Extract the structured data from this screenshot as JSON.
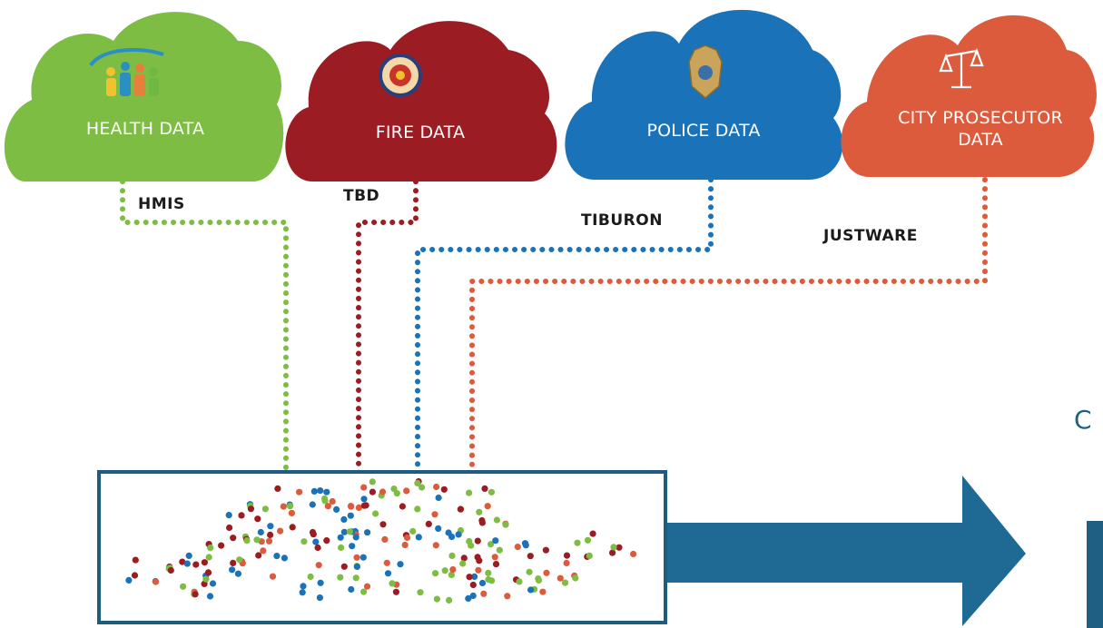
{
  "colors": {
    "health": "#7dbd43",
    "fire": "#9b1c22",
    "police": "#1a72b9",
    "prosecutor": "#dc5b3d",
    "box": "#1d5b80"
  },
  "clouds": [
    {
      "key": "health",
      "label": "HEALTH DATA",
      "icon": "people-icon"
    },
    {
      "key": "fire",
      "label": "FIRE DATA",
      "icon": "fire-department-seal-icon"
    },
    {
      "key": "police",
      "label": "POLICE DATA",
      "icon": "police-badge-icon"
    },
    {
      "key": "prosecutor",
      "label_line1": "CITY PROSECUTOR",
      "label_line2": "DATA",
      "icon": "scales-of-justice-icon"
    }
  ],
  "systems": {
    "health": "HMIS",
    "fire": "TBD",
    "police": "TIBURON",
    "prosecutor": "JUSTWARE"
  },
  "edge_letter": "C"
}
